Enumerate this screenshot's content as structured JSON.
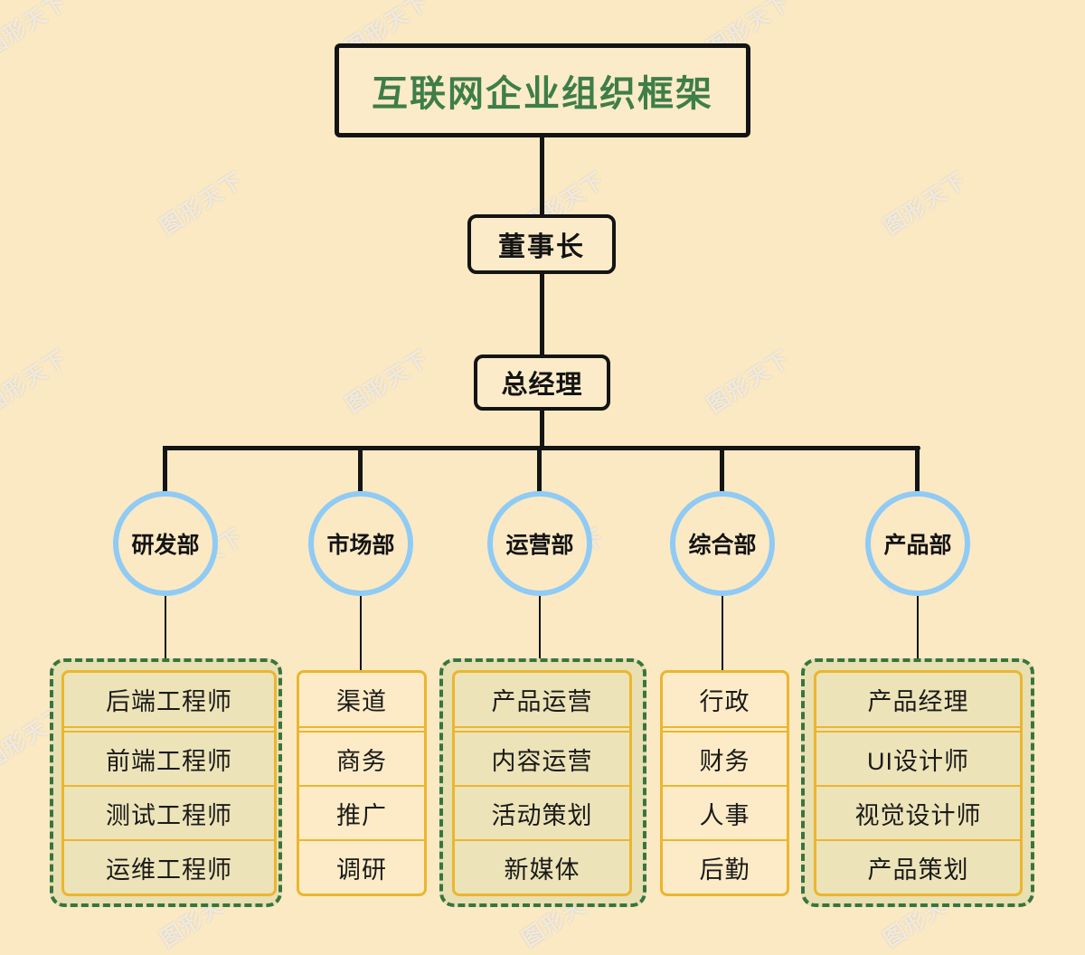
{
  "title": {
    "text": "互联网企业组织框架"
  },
  "executives": [
    {
      "label": "董事长"
    },
    {
      "label": "总经理"
    }
  ],
  "departments": [
    {
      "label": "研发部",
      "boxed": true,
      "members": [
        "后端工程师",
        "前端工程师",
        "测试工程师",
        "运维工程师"
      ]
    },
    {
      "label": "市场部",
      "boxed": false,
      "members": [
        "渠道",
        "商务",
        "推广",
        "调研"
      ]
    },
    {
      "label": "运营部",
      "boxed": true,
      "members": [
        "产品运营",
        "内容运营",
        "活动策划",
        "新媒体"
      ]
    },
    {
      "label": "综合部",
      "boxed": false,
      "members": [
        "行政",
        "财务",
        "人事",
        "后勤"
      ]
    },
    {
      "label": "产品部",
      "boxed": true,
      "members": [
        "产品经理",
        "UI设计师",
        "视觉设计师",
        "产品策划"
      ]
    }
  ],
  "watermark": {
    "text": "图形天下"
  },
  "colors": {
    "background": "#FBE9C4",
    "title_green": "#3E7E48",
    "line_black": "#141414",
    "circle_blue": "#8FCBF4",
    "border_gold": "#EBB62E",
    "dashed_green": "#37753F",
    "group_fill_olive": "#E8DFB2",
    "row_fill_olive": "#EDE3B8",
    "row_fill_cream": "#FCEBC6"
  }
}
